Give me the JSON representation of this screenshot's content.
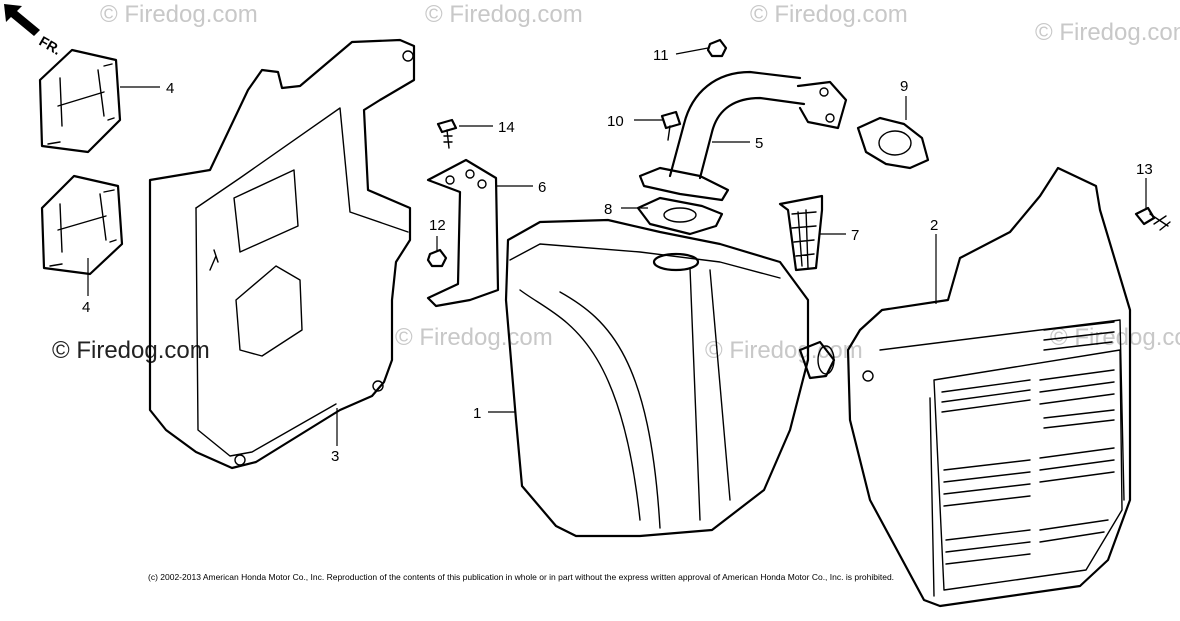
{
  "direction_label": "FR.",
  "watermarks": {
    "text": "© Firedog.com",
    "primary_text": "© Firedog.com"
  },
  "callouts": {
    "c1": "1",
    "c2": "2",
    "c3": "3",
    "c4a": "4",
    "c4b": "4",
    "c5": "5",
    "c6": "6",
    "c7": "7",
    "c8": "8",
    "c9": "9",
    "c10": "10",
    "c11": "11",
    "c12": "12",
    "c13": "13",
    "c14": "14"
  },
  "copyright": "(c) 2002-2013 American Honda Motor Co., Inc. Reproduction of the contents of this publication in whole or in part without the express written approval of American Honda Motor Co., Inc. is prohibited.",
  "icons": [
    "direction-arrow-icon"
  ],
  "colors": {
    "line": "#000000",
    "watermark": "#c8c8c8",
    "background": "#ffffff"
  }
}
